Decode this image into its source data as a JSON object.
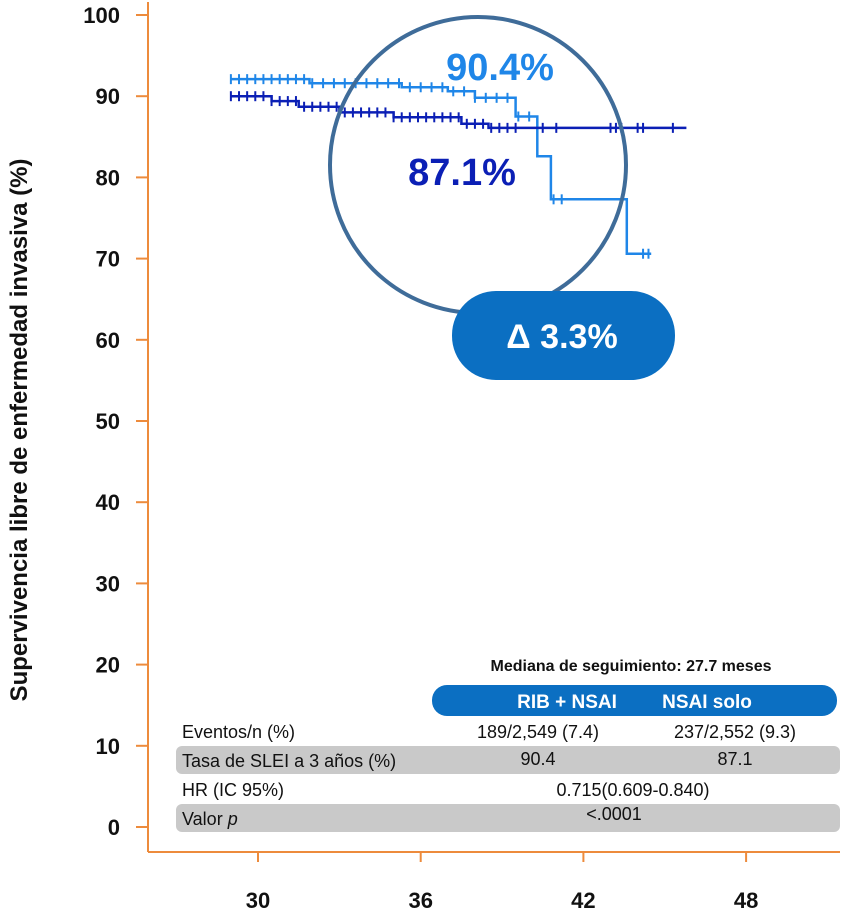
{
  "chart_data": {
    "type": "line",
    "xlabel": "",
    "ylabel": "Supervivencia libre de enfermedad invasiva (%)",
    "xlim": [
      26.5,
      51
    ],
    "ylim": [
      0,
      100
    ],
    "xticks": [
      30,
      36,
      42,
      48
    ],
    "yticks": [
      0,
      10,
      20,
      30,
      40,
      50,
      60,
      70,
      80,
      90,
      100
    ],
    "grid": false,
    "axis_color": "#ed8b3c",
    "series": [
      {
        "color": "#1f86e8",
        "points": [
          [
            29,
            92.1
          ],
          [
            31.9,
            92.1
          ],
          [
            31.9,
            91.6
          ],
          [
            35.3,
            91.6
          ],
          [
            35.3,
            91.1
          ],
          [
            37,
            91.1
          ],
          [
            37,
            90.6
          ],
          [
            38,
            90.6
          ],
          [
            38,
            89.8
          ],
          [
            39.5,
            89.8
          ],
          [
            39.5,
            87.5
          ],
          [
            40.3,
            87.5
          ],
          [
            40.3,
            82.6
          ],
          [
            40.8,
            82.6
          ],
          [
            40.8,
            77.3
          ],
          [
            43.6,
            77.3
          ],
          [
            43.6,
            70.6
          ],
          [
            44.5,
            70.6
          ]
        ],
        "censor_x": [
          29,
          29.3,
          29.6,
          29.9,
          30.2,
          30.5,
          30.8,
          31.1,
          31.4,
          31.7,
          32,
          32.4,
          32.8,
          33.2,
          33.6,
          34,
          34.4,
          34.8,
          35.2,
          35.6,
          36,
          36.4,
          36.8,
          37.2,
          37.6,
          38,
          38.4,
          38.8,
          39.2,
          39.6,
          40,
          40.9,
          41.2,
          44.2,
          44.4
        ]
      },
      {
        "color": "#0b1fb5",
        "points": [
          [
            29,
            90
          ],
          [
            30.5,
            90
          ],
          [
            30.5,
            89.4
          ],
          [
            31.5,
            89.4
          ],
          [
            31.5,
            88.7
          ],
          [
            33,
            88.7
          ],
          [
            33,
            88
          ],
          [
            35,
            88
          ],
          [
            35,
            87.4
          ],
          [
            37.5,
            87.4
          ],
          [
            37.5,
            86.6
          ],
          [
            38.5,
            86.6
          ],
          [
            38.5,
            86.1
          ],
          [
            45.8,
            86.1
          ]
        ],
        "censor_x": [
          29,
          29.3,
          29.6,
          29.9,
          30.2,
          30.5,
          30.8,
          31.1,
          31.4,
          31.7,
          32,
          32.3,
          32.6,
          32.9,
          33.2,
          33.5,
          33.8,
          34.1,
          34.4,
          34.7,
          35,
          35.3,
          35.6,
          35.9,
          36.2,
          36.5,
          36.8,
          37.1,
          37.4,
          37.7,
          38,
          38.3,
          38.6,
          38.9,
          39.2,
          39.5,
          40.5,
          41,
          43,
          43.2,
          43.4,
          44,
          44.2,
          45.3
        ]
      }
    ]
  },
  "annotations": {
    "rate_a": "90.4%",
    "rate_a_color": "#1f86e8",
    "rate_b": "87.1%",
    "rate_b_color": "#0b1fb5",
    "delta": "Δ 3.3%",
    "circle_color": "#3f6c99",
    "pill_color": "#0b6fc2"
  },
  "table": {
    "title": "Mediana de seguimiento: 27.7 meses",
    "col1": "RIB + NSAI",
    "col2": "NSAI solo",
    "header_color": "#0b6fc2",
    "row_shade": "#c9c9c9",
    "rows": [
      {
        "label": "Eventos/n (%)",
        "v1": "189/2,549 (7.4)",
        "v2": "237/2,552 (9.3)"
      },
      {
        "label": "Tasa de SLEI a 3 años (%)",
        "v1": "90.4",
        "v2": "87.1"
      },
      {
        "label": "HR (IC 95%)",
        "v": "0.715(0.609-0.840)"
      },
      {
        "label_prefix": "Valor ",
        "label_italic": "p",
        "v": "<.0001"
      }
    ]
  }
}
